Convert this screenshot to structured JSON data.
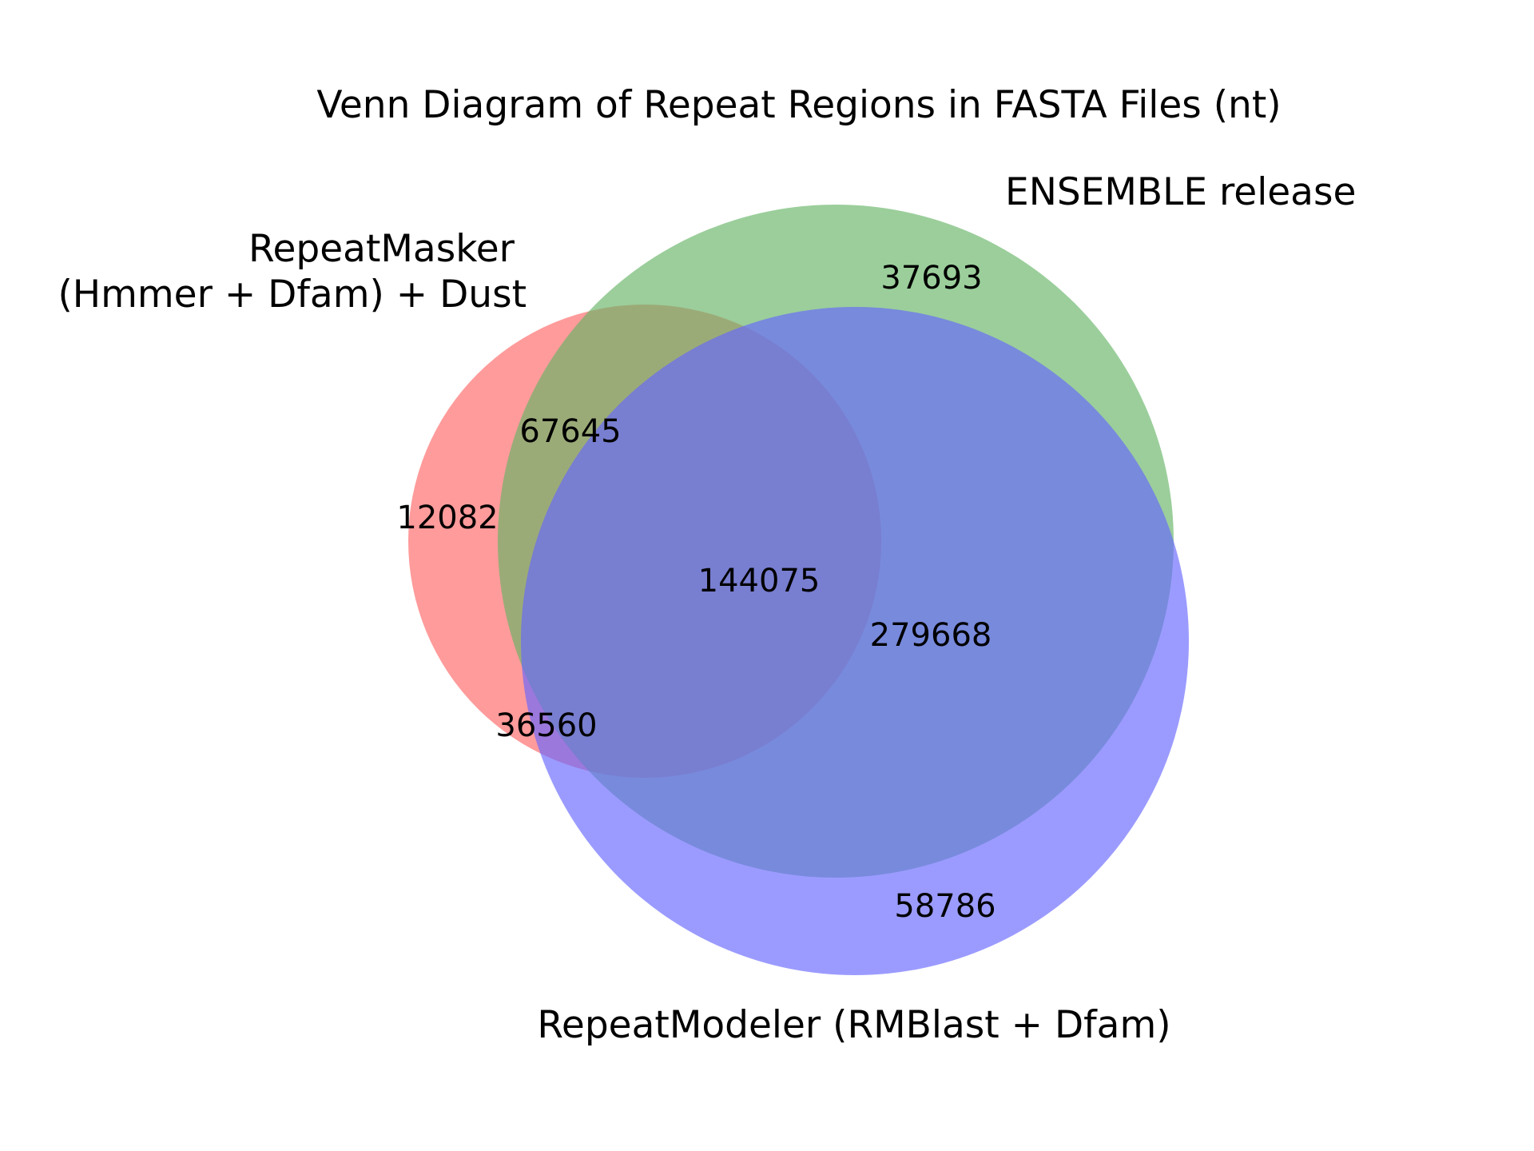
{
  "title": "Venn Diagram of Repeat Regions in FASTA Files (nt)",
  "sets": [
    {
      "id": "repeatmasker",
      "label_lines": [
        "RepeatMasker",
        "(Hmmer + Dfam) + Dust"
      ],
      "color": "#ff6666",
      "opacity": 0.65
    },
    {
      "id": "ensemble",
      "label_lines": [
        "ENSEMBLE release"
      ],
      "color": "#66b366",
      "opacity": 0.65
    },
    {
      "id": "repeatmodeler",
      "label_lines": [
        "RepeatModeler (RMBlast + Dfam)"
      ],
      "color": "#6666ff",
      "opacity": 0.65
    }
  ],
  "regions": {
    "repeatmasker_only": "12082",
    "ensemble_only": "37693",
    "repeatmodeler_only": "58786",
    "repeatmasker_ensemble": "67645",
    "repeatmasker_repeatmodeler": "36560",
    "ensemble_repeatmodeler": "279668",
    "all_three": "144075"
  }
}
